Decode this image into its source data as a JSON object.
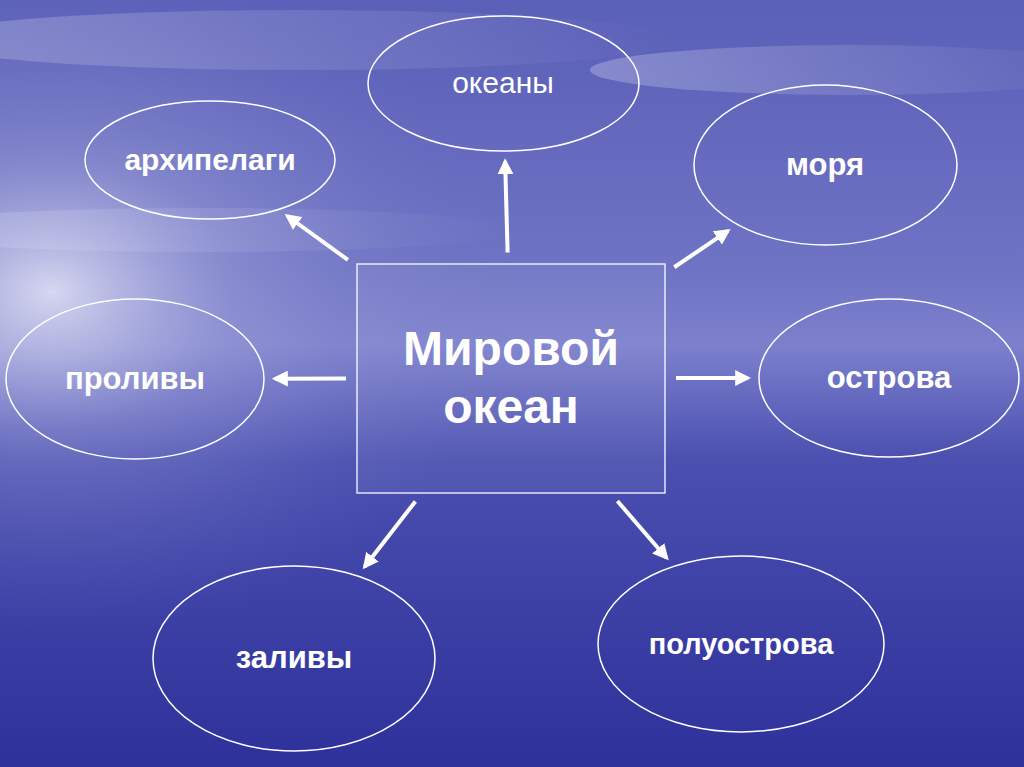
{
  "diagram": {
    "nodes": [
      {
        "text": [
          "океаны"
        ]
      },
      {
        "text": [
          "архипелаги"
        ]
      },
      {
        "text": [
          "моря"
        ]
      },
      {
        "text": [
          "проливы"
        ]
      },
      {
        "text": [
          "Мировой океан"
        ]
      },
      {
        "text": [
          "острова"
        ]
      },
      {
        "text": [
          "заливы"
        ]
      },
      {
        "text": [
          "полуострова"
        ]
      }
    ],
    "edges": [
      {
        "from": 4,
        "to": 1,
        "arrow": "to"
      },
      {
        "from": 4,
        "to": 0,
        "arrow": "to"
      },
      {
        "from": 4,
        "to": 2,
        "arrow": "to"
      },
      {
        "from": 4,
        "to": 3,
        "arrow": "to"
      },
      {
        "from": 4,
        "to": 5,
        "arrow": "to"
      },
      {
        "from": 4,
        "to": 6,
        "arrow": "to"
      },
      {
        "from": 4,
        "to": 7,
        "arrow": "to"
      }
    ]
  }
}
